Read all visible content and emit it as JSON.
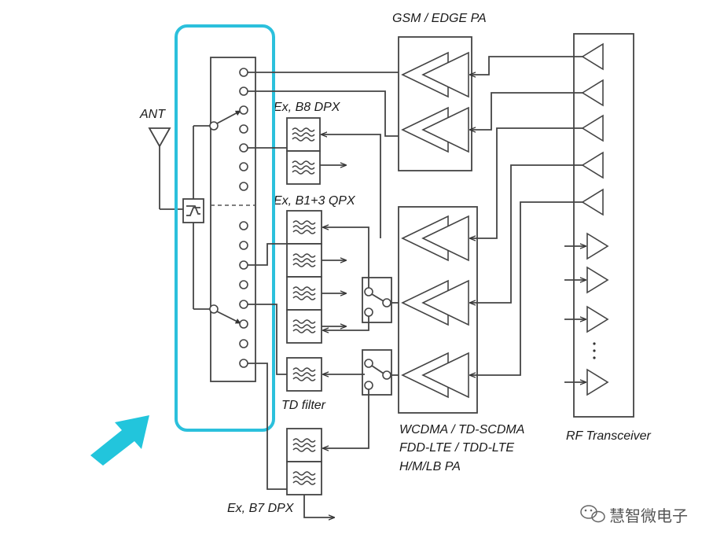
{
  "labels": {
    "gsm_pa": "GSM / EDGE PA",
    "ant": "ANT",
    "b8_dpx": "Ex, B8 DPX",
    "b13_qpx": "Ex, B1+3 QPX",
    "td_filter": "TD filter",
    "b7_dpx": "Ex, B7 DPX",
    "pa_line1": "WCDMA / TD-SCDMA",
    "pa_line2": "FDD-LTE / TDD-LTE",
    "pa_line3": "H/M/LB PA",
    "rf_transceiver": "RF Transceiver",
    "watermark": "慧智微电子"
  },
  "colors": {
    "highlight": "#2bc0dc",
    "arrow": "#22c5dc",
    "line": "#444444"
  },
  "icons": {
    "antenna": "antenna-icon",
    "diplexer": "diplexer-icon",
    "filter": "saw-filter-icon",
    "amplifier": "amplifier-icon",
    "arrow": "callout-arrow-icon",
    "wechat": "wechat-logo-icon"
  }
}
